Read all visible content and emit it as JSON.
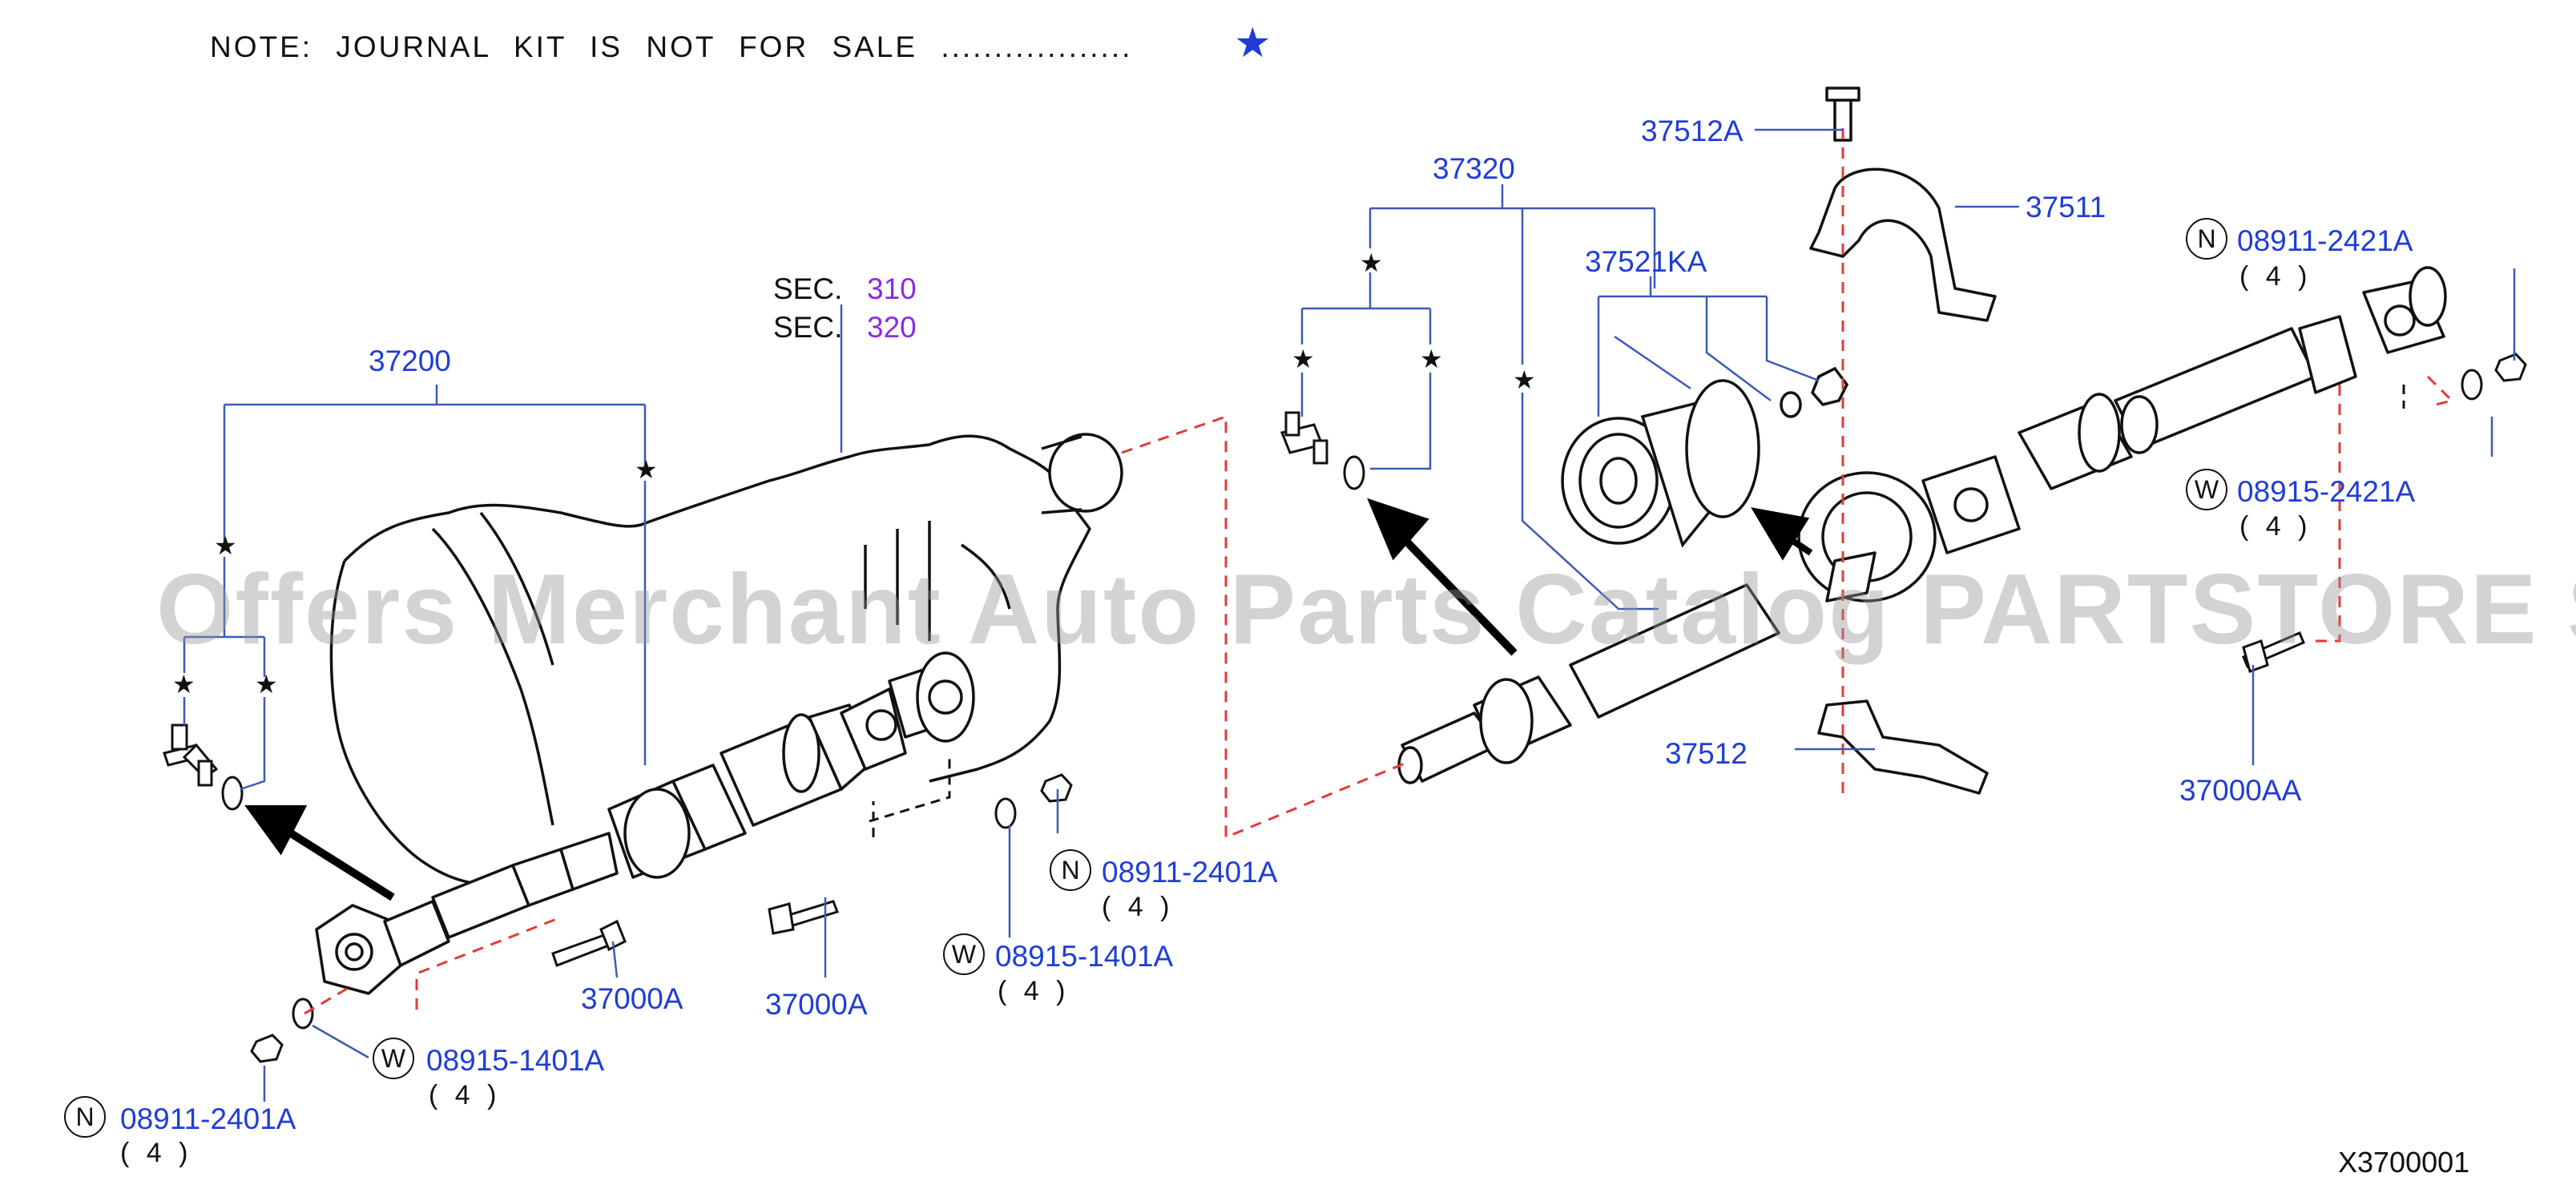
{
  "note": {
    "text": "NOTE:  JOURNAL  KIT  IS  NOT  FOR  SALE  ..................",
    "star_symbol": "★"
  },
  "sections": {
    "sec1_label": "SEC.",
    "sec1_num": "310",
    "sec2_label": "SEC.",
    "sec2_num": "320"
  },
  "parts": {
    "p37200": "37200",
    "p37320": "37320",
    "p37512A": "37512A",
    "p37511": "37511",
    "p37521KA": "37521KA",
    "p37512": "37512",
    "p37000A_left": "37000A",
    "p37000A_mid": "37000A",
    "p37000AA": "37000AA",
    "n08911_2421A": "08911-2421A",
    "w08915_2421A": "08915-2421A",
    "n08911_2401A_mid": "08911-2401A",
    "w08915_1401A_mid": "08915-1401A",
    "w08915_1401A_low": "08915-1401A",
    "n08911_2401A_low": "08911-2401A"
  },
  "quantities": {
    "q1": "( 4 )",
    "q2": "( 4 )",
    "q3": "( 4 )",
    "q4": "( 4 )",
    "q5": "( 4 )",
    "q6": "( 4 )"
  },
  "markers": {
    "nut": "N",
    "washer": "W",
    "star": "★"
  },
  "watermark": "Offers Merchant Auto Parts Catalog PARTSTORE SA",
  "diagram_code": "X3700001",
  "colors": {
    "label_blue": "#1f3dd6",
    "section_purple": "#8a2be2",
    "leader_blue": "#3b5bb5",
    "dash_red": "#e23b3b",
    "ink": "#111111"
  }
}
